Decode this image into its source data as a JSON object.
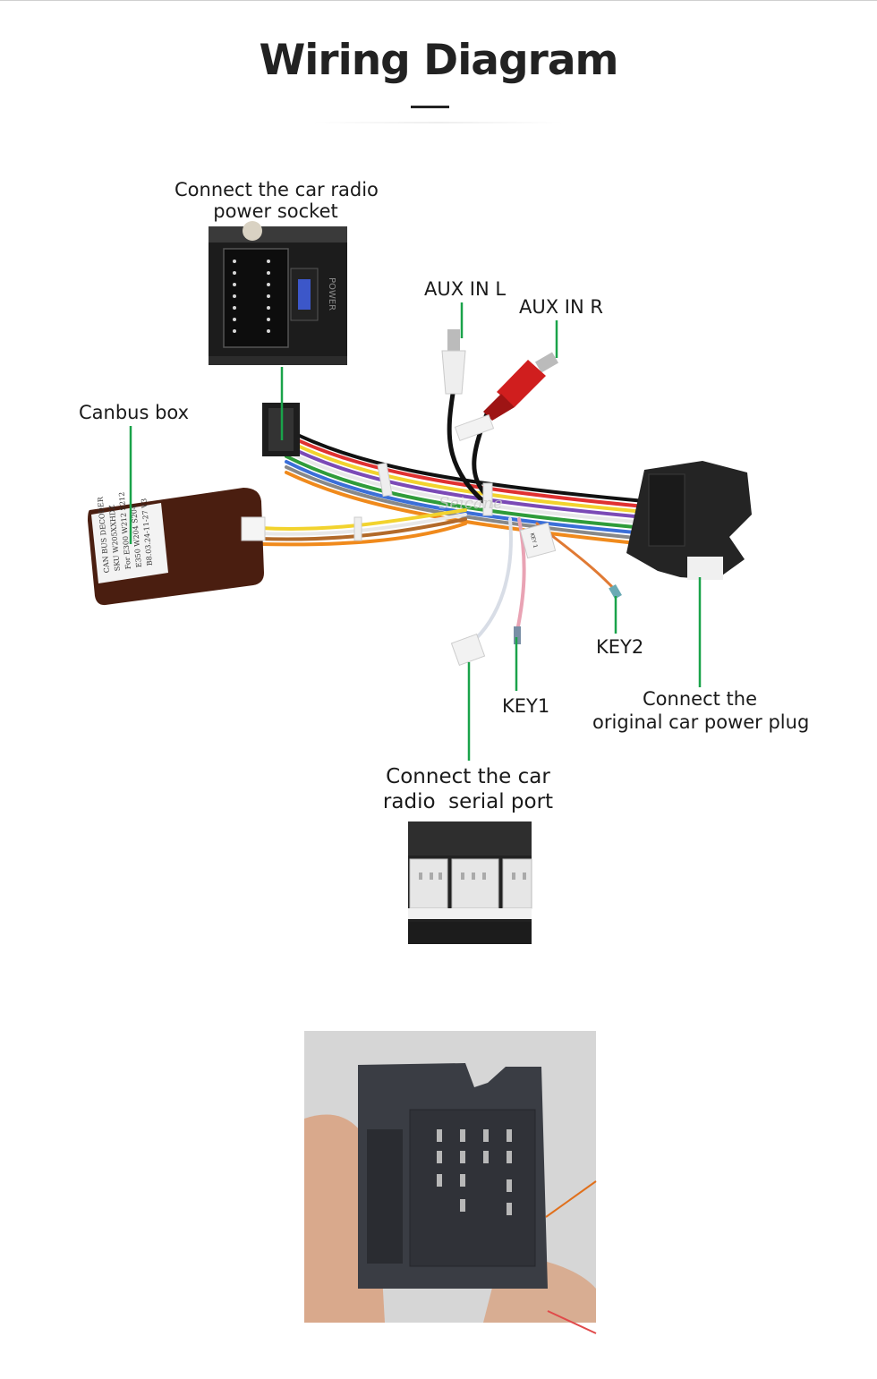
{
  "title": "Wiring Diagram",
  "labels": {
    "radio_power_socket": [
      "Connect the car radio",
      "power socket"
    ],
    "canbus_box": "Canbus box",
    "aux_in_l": "AUX IN L",
    "aux_in_r": "AUX IN R",
    "key1": "KEY1",
    "key2": "KEY2",
    "car_power_plug": [
      "Connect the",
      "original car power plug"
    ],
    "radio_serial_port": [
      "Connect the car",
      "radio  serial port"
    ]
  },
  "canbus_box_print": [
    "CAN BUS DECODER",
    "SKU W205XXHDZ",
    "For E300 W212 S212",
    "E350 W204 S204",
    "B8.03.24-11-27 V3"
  ],
  "socket_print": "POWER",
  "plug_print": "KEY 1",
  "watermark": "Seicane",
  "colors": {
    "callout_line": "#1aa34a",
    "connector_black": "#2b2b2b",
    "canbus_box": "#4a1e10",
    "aux_red": "#d01e1e",
    "aux_white": "#eeeeee"
  }
}
